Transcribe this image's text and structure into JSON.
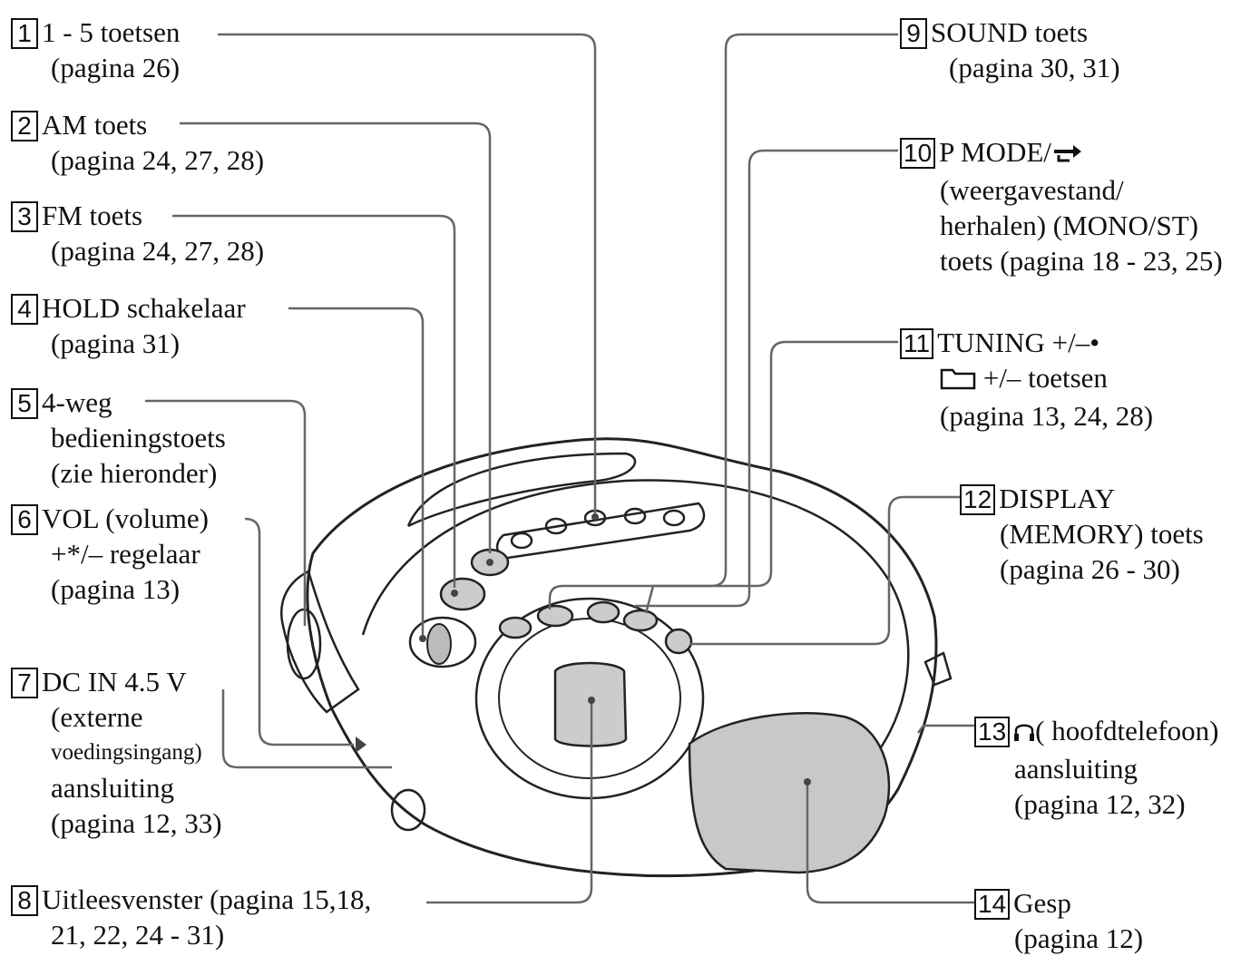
{
  "callouts": [
    {
      "num": "1",
      "lines": [
        "1 - 5 toetsen",
        "(pagina 26)"
      ]
    },
    {
      "num": "2",
      "lines": [
        "AM toets",
        "(pagina 24, 27, 28)"
      ]
    },
    {
      "num": "3",
      "lines": [
        "FM toets",
        "(pagina 24, 27, 28)"
      ]
    },
    {
      "num": "4",
      "lines": [
        "HOLD schakelaar",
        "(pagina 31)"
      ]
    },
    {
      "num": "5",
      "lines": [
        "4-weg",
        "bedieningstoets",
        "(zie hieronder)"
      ]
    },
    {
      "num": "6",
      "lines": [
        "VOL (volume)",
        "+*/– regelaar",
        "(pagina 13)"
      ]
    },
    {
      "num": "7",
      "lines": [
        "DC IN 4.5 V",
        "(externe",
        "voedingsingang)",
        "aansluiting",
        "(pagina 12, 33)"
      ]
    },
    {
      "num": "8",
      "lines": [
        "Uitleesvenster (pagina 15,18,",
        "21, 22, 24 - 31)"
      ]
    },
    {
      "num": "9",
      "lines": [
        "SOUND toets",
        "(pagina 30, 31)"
      ]
    },
    {
      "num": "10",
      "lines": [
        "P MODE/",
        "(weergavestand/",
        "herhalen) (MONO/ST)",
        "toets (pagina 18 - 23, 25)"
      ]
    },
    {
      "num": "11",
      "lines": [
        "TUNING +/–•",
        "+/– toetsen",
        "(pagina 13, 24, 28)"
      ]
    },
    {
      "num": "12",
      "lines": [
        "DISPLAY",
        "(MEMORY) toets",
        "(pagina 26 - 30)"
      ]
    },
    {
      "num": "13",
      "lines": [
        "( hoofdtelefoon)",
        "aansluiting",
        "(pagina 12, 32)"
      ]
    },
    {
      "num": "14",
      "lines": [
        "Gesp",
        "(pagina 12)"
      ]
    }
  ],
  "icons": {
    "repeat": "repeat-arrow-icon",
    "folder": "folder-icon",
    "headphones": "headphones-icon"
  }
}
